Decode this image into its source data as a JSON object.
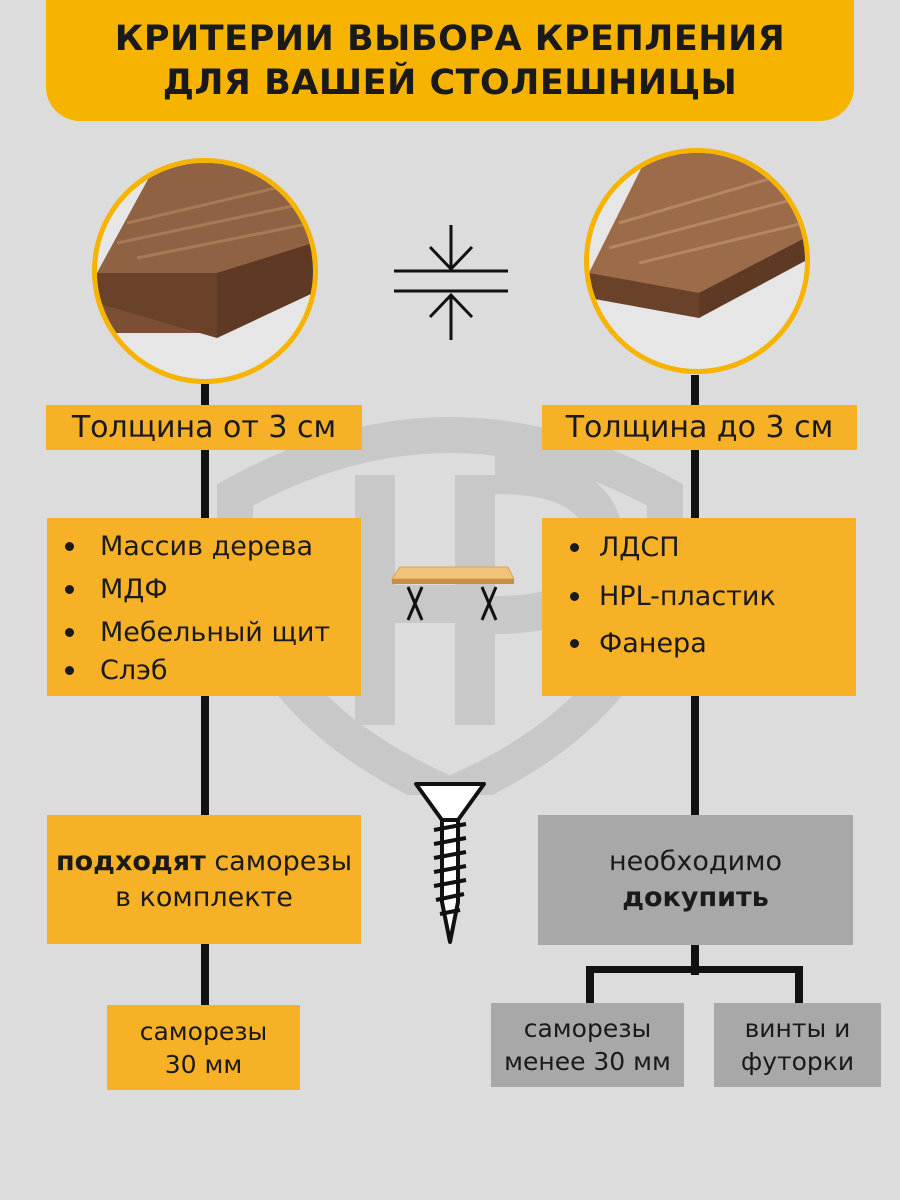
{
  "title": {
    "line1": "КРИТЕРИИ ВЫБОРА КРЕПЛЕНИЯ",
    "line2": "ДЛЯ ВАШЕЙ СТОЛЕШНИЦЫ"
  },
  "left": {
    "thickness_label": "Толщина от 3 см",
    "materials": [
      "Массив дерева",
      "МДФ",
      "Мебельный щит",
      "Слэб"
    ],
    "fit_bold": "подходят",
    "fit_rest_line1": " саморезы",
    "fit_line2": "в комплекте",
    "screw_line1": "саморезы",
    "screw_line2": "30 мм"
  },
  "right": {
    "thickness_label": "Толщина до 3 см",
    "materials": [
      "ЛДСП",
      "HPL-пластик",
      "Фанера"
    ],
    "need_line1": "необходимо",
    "need_bold": "докупить",
    "opt1_line1": "саморезы",
    "opt1_line2": "менее 30 мм",
    "opt2_line1": "винты и",
    "opt2_line2": "футорки"
  },
  "colors": {
    "accent": "#f6b400",
    "box": "#f6b126",
    "grey_box": "#a8a8a8",
    "background": "#dcdcdc",
    "wood": "#8a5a3a"
  },
  "icons": {
    "compress": "compress-arrows-icon",
    "table": "table-icon",
    "screw": "screw-icon",
    "watermark": "shield-logo-watermark"
  }
}
